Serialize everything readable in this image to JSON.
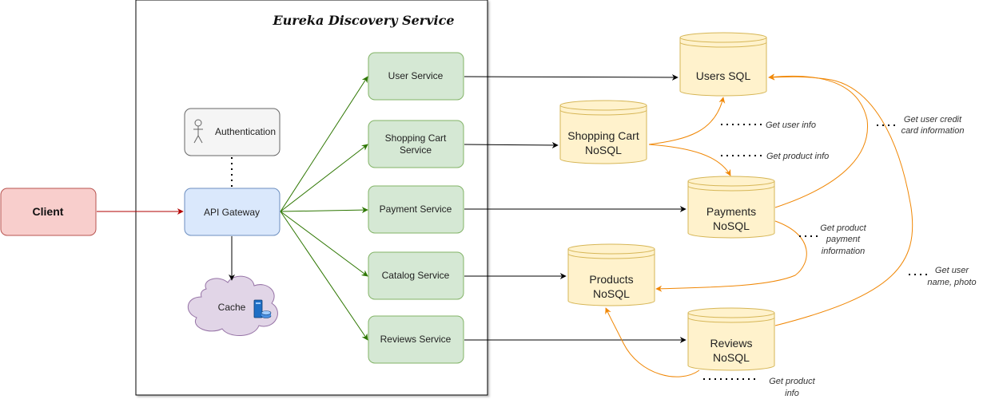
{
  "title": "Eureka Discovery Service",
  "client": {
    "label": "Client"
  },
  "gateway": {
    "label": "API Gateway"
  },
  "auth": {
    "label": "Authentication"
  },
  "cache": {
    "label": "Cache"
  },
  "services": {
    "user": "User Service",
    "cart": [
      "Shopping Cart",
      "Service"
    ],
    "payment": "Payment Service",
    "catalog": "Catalog Service",
    "reviews": "Reviews Service"
  },
  "databases": {
    "users": [
      "Users SQL"
    ],
    "cart": [
      "Shopping Cart",
      "NoSQL"
    ],
    "payments": [
      "Payments",
      "NoSQL"
    ],
    "products": [
      "Products",
      "NoSQL"
    ],
    "reviews": [
      "Reviews",
      "NoSQL"
    ]
  },
  "notes": {
    "user_info": [
      "Get user info"
    ],
    "product_info_cart": [
      "Get product info"
    ],
    "credit_card": [
      "Get user credit",
      "card information"
    ],
    "product_payment": [
      "Get product",
      "payment",
      "information"
    ],
    "user_name_photo": [
      "Get user",
      "name, photo"
    ],
    "product_info_reviews": [
      "Get product",
      "info"
    ]
  },
  "colors": {
    "client_fill": "#f8cecc",
    "client_stroke": "#b85450",
    "gateway_fill": "#dae8fc",
    "gateway_stroke": "#6c8ebf",
    "service_fill": "#d5e8d4",
    "service_stroke": "#82b366",
    "db_fill": "#fff2cc",
    "db_stroke": "#d6b656",
    "auth_fill": "#f5f5f5",
    "auth_stroke": "#666666",
    "cache_fill": "#e1d5e7",
    "cache_stroke": "#9673a6",
    "arrow_green": "#2d7600",
    "arrow_red": "#b20000",
    "arrow_orange": "#f08705"
  }
}
